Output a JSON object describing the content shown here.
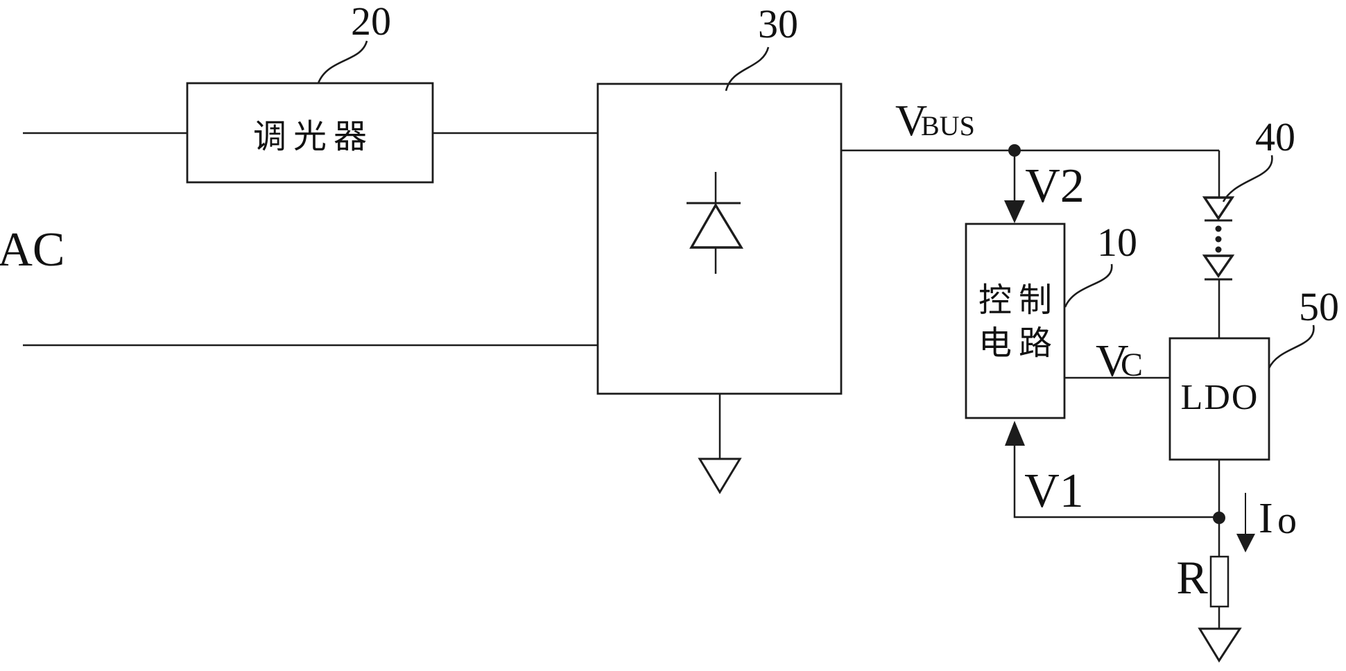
{
  "diagram": {
    "colors": {
      "background": "#ffffff",
      "line": "#1c1c1c",
      "text": "#111111"
    },
    "ac_label": "AC",
    "dimmer": {
      "label": "调光器",
      "ref": "20"
    },
    "rectifier": {
      "ref": "30"
    },
    "vbus": {
      "main": "V",
      "sub": "BUS"
    },
    "v2_label": "V2",
    "control": {
      "line1": "控制",
      "line2": "电路",
      "ref": "10"
    },
    "led_string": {
      "ref": "40"
    },
    "ldo": {
      "label": "LDO",
      "ref": "50"
    },
    "vc": {
      "main": "V",
      "sub": "C"
    },
    "v1_label": "V1",
    "io": {
      "main": "I",
      "sub": "o"
    },
    "resistor_label": "R"
  }
}
